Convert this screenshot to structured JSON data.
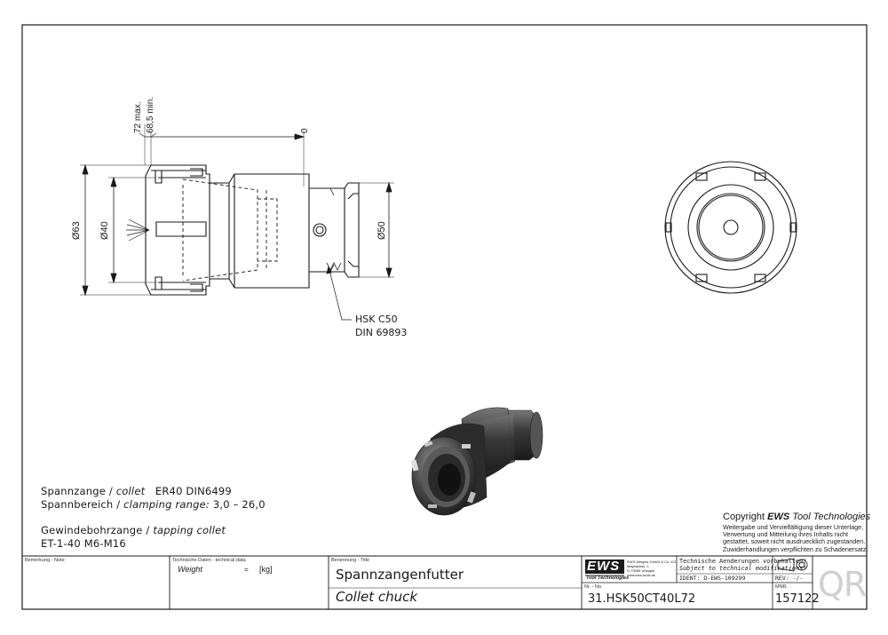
{
  "drawing": {
    "dims": {
      "d63": "Ø63",
      "d40": "Ø40",
      "d50": "Ø50",
      "len_max": "72 max.",
      "len_min": "68,5 min.",
      "zero": "0"
    },
    "callout": {
      "line1": "HSK C50",
      "line2": "DIN 69893"
    }
  },
  "specs": {
    "collet": {
      "de": "Spannzange /",
      "en": "collet",
      "value": "ER40   DIN6499"
    },
    "range": {
      "de": "Spannbereich /",
      "en": "clamping range:",
      "value": "3,0 – 26,0"
    },
    "tapping": {
      "de": "Gewindebohrzange /",
      "en": "tapping collet"
    },
    "tapping_value": "ET-1-40   M6-M16"
  },
  "copyright": {
    "prefix": "Copyright",
    "brand": "EWS",
    "suffix": "Tool Technologies",
    "lines": [
      "Weitergabe und Vervielfältigung dieser Unterlage,",
      "Verwertung und Mitteilung ihres Inhalts nicht",
      "gestattet, soweit nicht ausdruecklich zugestanden.",
      "Zuwiderhandlungen verpflichten zu Schadenersatz."
    ]
  },
  "titleblock": {
    "note_label": "Bemerkung - Note",
    "tech_label": "Technische Daten - technical data",
    "weight_label": "Weight",
    "weight_value": "=",
    "weight_unit": "[kg]",
    "title_label": "Benennung - Title",
    "title_de": "Spannzangenfutter",
    "title_en": "Collet chuck",
    "logo": "EWS",
    "logo_sub": "Tool Technologies",
    "company_lines": [
      "EWS Weigele GmbH & Co. KG",
      "Maybachstr. 1",
      "D-73066 Uhingen",
      "www.ews-tools.de"
    ],
    "changes_de": "Technische Aenderungen vorbehalten!",
    "changes_en": "Subject to technical modifications!",
    "ident": "IDENT: D-EWS-109299",
    "rev": "REV: -/-",
    "nr_label": "Nr. - No.",
    "part_number": "31.HSK50CT40L72",
    "mnr_label": "MNR.",
    "mnr": "157122",
    "qr": "QR"
  },
  "colors": {
    "line": "#1a1a1a",
    "paper": "#ffffff"
  }
}
